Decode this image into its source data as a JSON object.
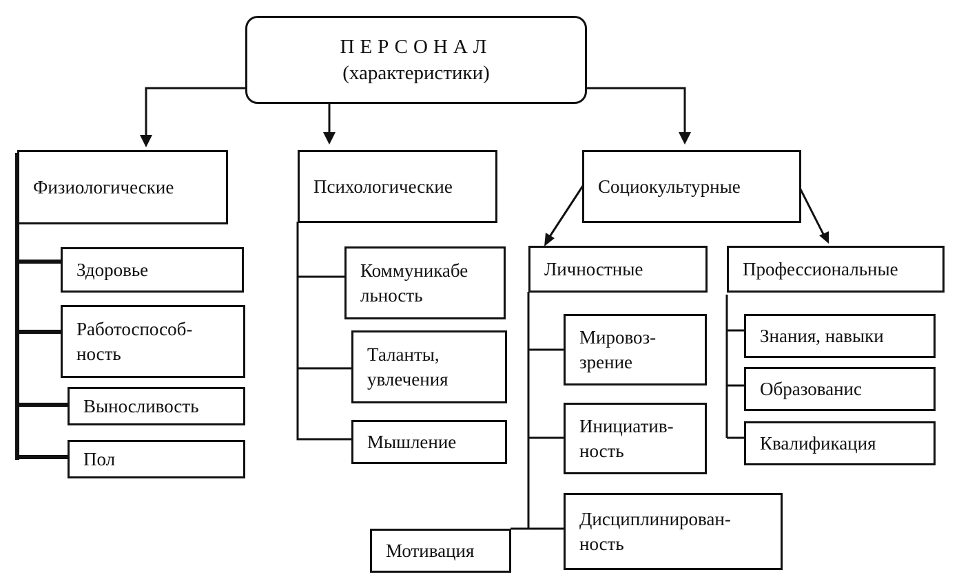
{
  "root": {
    "title": "ПЕРСОНАЛ",
    "subtitle": "(характеристики)"
  },
  "categories": {
    "physio": "Физиологические",
    "psycho": "Психологические",
    "socio": "Социокультурные",
    "personal": "Личностные",
    "professional": "Профессиональные"
  },
  "physio_items": {
    "health": "Здоровье",
    "workability_1": "Работоспособ-",
    "workability_2": "ность",
    "endurance": "Выносливость",
    "sex": "Пол"
  },
  "psycho_items": {
    "sociability_1": "Коммуникабе",
    "sociability_2": "льность",
    "talents_1": "Таланты,",
    "talents_2": "увлечения",
    "thinking": "Мышление"
  },
  "personal_items": {
    "worldview_1": "Мировоз-",
    "worldview_2": "зрение",
    "initiative_1": "Инициатив-",
    "initiative_2": "ность",
    "discipline_1": "Дисциплинирован-",
    "discipline_2": "ность",
    "motivation": "Мотивация"
  },
  "professional_items": {
    "knowledge": "Знания, навыки",
    "education": "Образованис",
    "qualification": "Квалификация"
  }
}
